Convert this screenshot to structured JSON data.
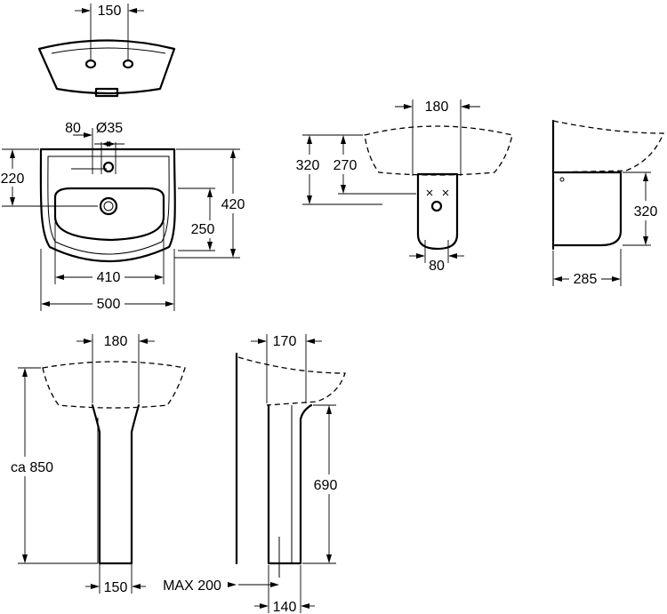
{
  "dimensions": {
    "tap_holes_spacing": "150",
    "tap_hole_offset": "80",
    "tap_hole_diameter": "Ø35",
    "rim_to_drain": "220",
    "depth": "420",
    "wall_to_drain": "250",
    "bowl_width": "410",
    "overall_width": "500",
    "semi_pedestal_width": "180",
    "rim_height": "320",
    "drain_height": "270",
    "semi_pedestal_bottom": "80",
    "semi_pedestal_height": "320",
    "semi_pedestal_depth": "285",
    "pedestal_top_width": "180",
    "overall_height": "ca 850",
    "pedestal_foot_width": "150",
    "pedestal_side_top": "170",
    "pedestal_height": "690",
    "max_offset": "MAX 200",
    "pedestal_side_foot": "140"
  }
}
